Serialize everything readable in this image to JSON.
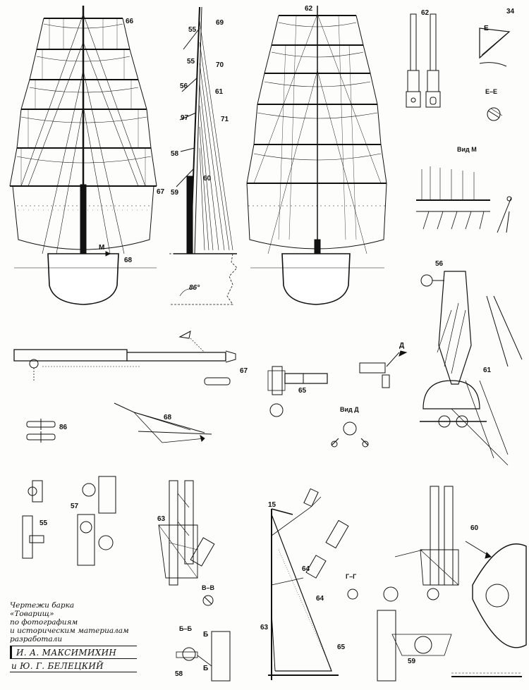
{
  "sheet_number": "34",
  "labels": {
    "n66_a": "66",
    "n69": "69",
    "n55_a": "55",
    "n55_b": "55",
    "n70": "70",
    "n56_a": "56",
    "n61_a": "61",
    "n97": "97",
    "n71": "71",
    "n58_a": "58",
    "n60_a": "60",
    "n59_a": "59",
    "n67_a": "67",
    "n68_a": "68",
    "letter_m": "M",
    "angle": "86°",
    "n62_a": "62",
    "n62_b": "62",
    "letter_e": "Е",
    "n56_b": "56",
    "n61_b": "61",
    "n67_b": "67",
    "n65_a": "65",
    "letter_d": "Д",
    "n86": "86",
    "n68_b": "68",
    "n57": "57",
    "n55_c": "55",
    "n63_a": "63",
    "n15": "15",
    "n64_a": "64",
    "n64_b": "64",
    "n63_b": "63",
    "n65_b": "65",
    "n60_b": "60",
    "n59_b": "59",
    "n58_b": "58",
    "letter_b1": "Б",
    "letter_b2": "Б"
  },
  "sections": {
    "ee": "Е–Е",
    "vid_m": "Вид М",
    "vid_d": "Вид Д",
    "vv": "В–В",
    "gg": "Г–Г",
    "bb": "Б–Б"
  },
  "credit": {
    "line1": "Чертежи барка",
    "line2": "«Товарищ»",
    "line3": "по фотографиям",
    "line4": "и историческим материалам",
    "line5": "разработали",
    "author1": "И. А. МАКСИМИХИН",
    "author2": "и Ю. Г. БЕЛЕЦКИЙ"
  }
}
